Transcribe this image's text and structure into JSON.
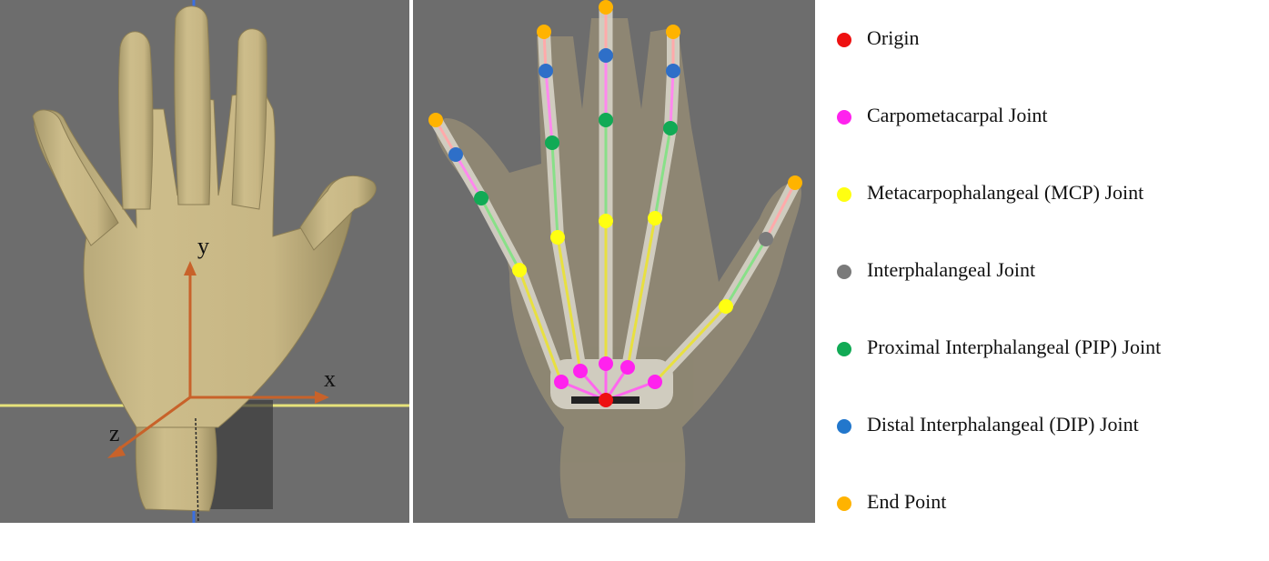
{
  "axes": {
    "x_label": "x",
    "y_label": "y",
    "z_label": "z"
  },
  "legend": [
    {
      "key": "origin",
      "label": "Origin",
      "color": "#ee1111"
    },
    {
      "key": "cmc",
      "label": "Carpometacarpal Joint",
      "color": "#ff22ee"
    },
    {
      "key": "mcp",
      "label": "Metacarpophalangeal (MCP) Joint",
      "color": "#ffff11"
    },
    {
      "key": "ip",
      "label": "Interphalangeal Joint",
      "color": "#7a7a7a"
    },
    {
      "key": "pip",
      "label": "Proximal Interphalangeal (PIP) Joint",
      "color": "#11aa55"
    },
    {
      "key": "dip",
      "label": "Distal Interphalangeal (DIP) Joint",
      "color": "#2277cc"
    },
    {
      "key": "end",
      "label": "End Point",
      "color": "#ffb300"
    }
  ],
  "colors": {
    "background_panel": "#6b6b6b",
    "skin": "#c8b784",
    "axis": "#c8622a"
  }
}
